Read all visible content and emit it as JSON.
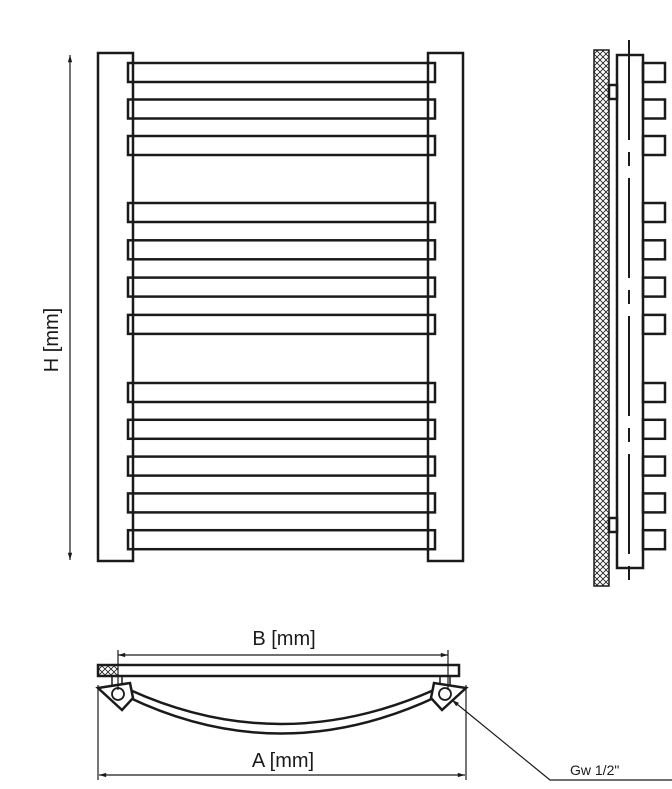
{
  "labels": {
    "height": "H [mm]",
    "spacing": "B [mm]",
    "width": "A [mm]",
    "connection": "Gw 1/2\""
  },
  "radiator": {
    "bar_groups": [
      3,
      4,
      5
    ]
  },
  "colors": {
    "line": "#1a1a1a",
    "background": "#ffffff"
  }
}
